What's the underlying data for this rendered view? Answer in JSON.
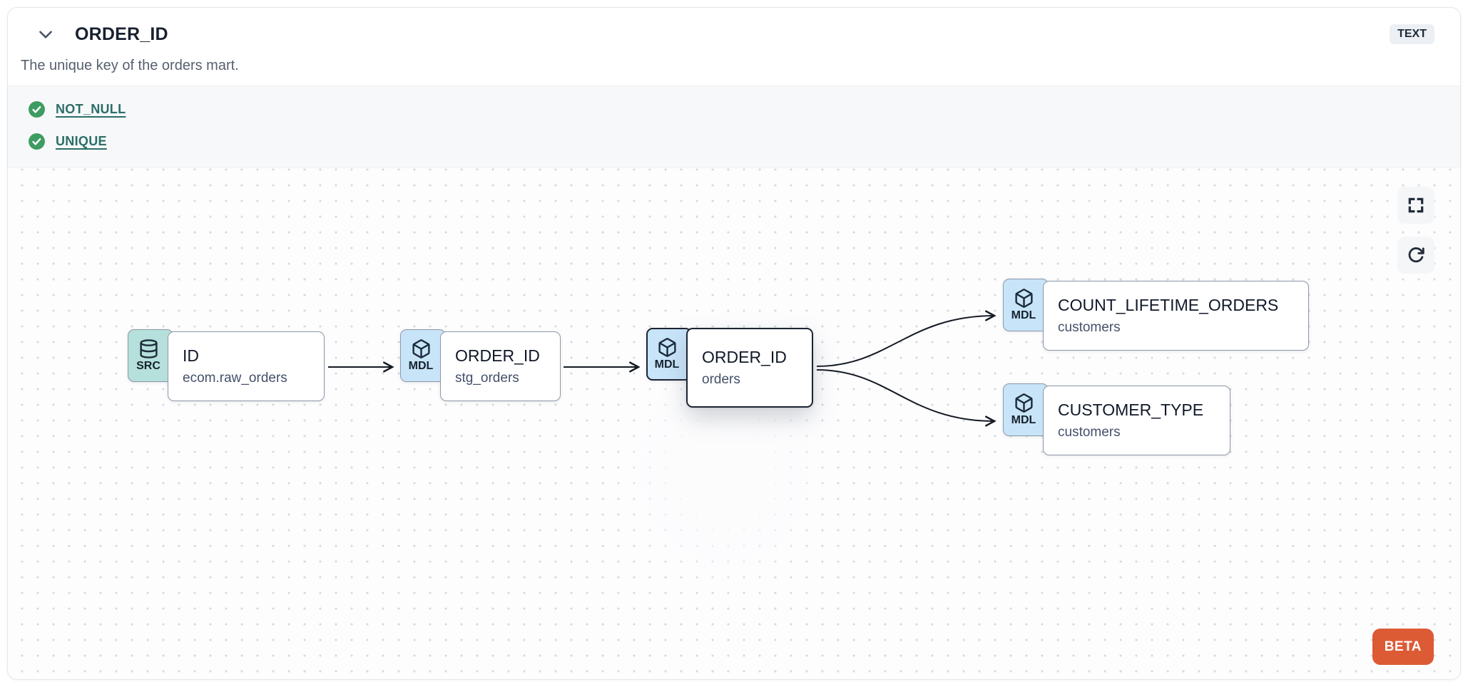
{
  "header": {
    "title": "ORDER_ID",
    "type_badge": "TEXT",
    "description": "The unique key of the orders mart.",
    "collapse_icon": "chevron-down-icon"
  },
  "tests": [
    {
      "label": "NOT_NULL",
      "status": "pass",
      "icon": "check-circle-icon"
    },
    {
      "label": "UNIQUE",
      "status": "pass",
      "icon": "check-circle-icon"
    }
  ],
  "lineage": {
    "nodes": [
      {
        "badge": "SRC",
        "icon": "database-icon",
        "title": "ID",
        "subtitle": "ecom.raw_orders",
        "highlighted": false
      },
      {
        "badge": "MDL",
        "icon": "cube-icon",
        "title": "ORDER_ID",
        "subtitle": "stg_orders",
        "highlighted": false
      },
      {
        "badge": "MDL",
        "icon": "cube-icon",
        "title": "ORDER_ID",
        "subtitle": "orders",
        "highlighted": true
      },
      {
        "badge": "MDL",
        "icon": "cube-icon",
        "title": "COUNT_LIFETIME_ORDERS",
        "subtitle": "customers",
        "highlighted": false
      },
      {
        "badge": "MDL",
        "icon": "cube-icon",
        "title": "CUSTOMER_TYPE",
        "subtitle": "customers",
        "highlighted": false
      }
    ],
    "edges": [
      {
        "from": "ID (ecom.raw_orders)",
        "to": "ORDER_ID (stg_orders)"
      },
      {
        "from": "ORDER_ID (stg_orders)",
        "to": "ORDER_ID (orders)"
      },
      {
        "from": "ORDER_ID (orders)",
        "to": "COUNT_LIFETIME_ORDERS (customers)"
      },
      {
        "from": "ORDER_ID (orders)",
        "to": "CUSTOMER_TYPE (customers)"
      }
    ],
    "controls": [
      {
        "icon": "fullscreen-icon"
      },
      {
        "icon": "refresh-icon"
      }
    ],
    "beta_label": "BETA"
  },
  "colors": {
    "src_badge": "#b5e0db",
    "mdl_badge": "#c8e4f9",
    "check_green": "#3e9c63",
    "test_link": "#2b6e68",
    "beta_orange": "#dc5b35",
    "highlight_border": "#1b2431"
  }
}
